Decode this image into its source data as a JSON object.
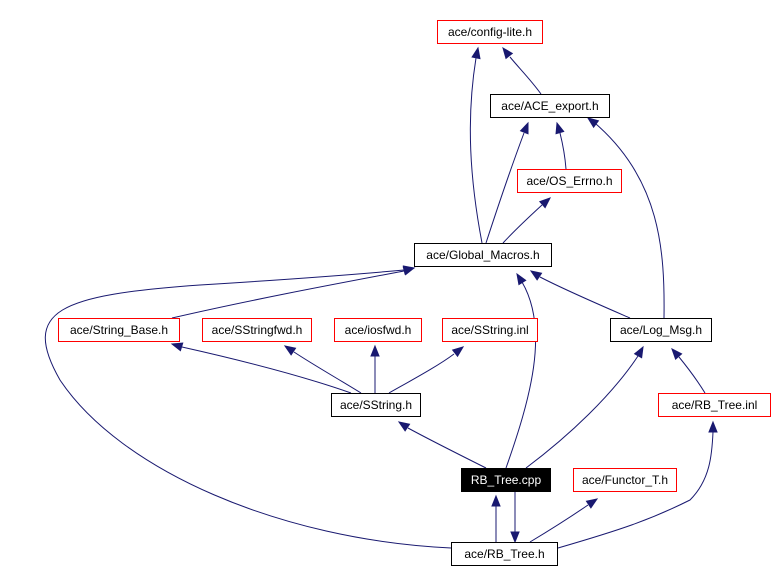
{
  "colors": {
    "edge": "#191970",
    "border_default": "#000000",
    "border_undocumented": "#ff0000",
    "focus_fill": "#000000",
    "focus_text": "#ffffff",
    "node_fill": "#ffffff",
    "node_text": "#000000"
  },
  "nodes": [
    {
      "id": "config-lite",
      "label": "ace/config-lite.h",
      "style": "red"
    },
    {
      "id": "ace-export",
      "label": "ace/ACE_export.h",
      "style": "black"
    },
    {
      "id": "os-errno",
      "label": "ace/OS_Errno.h",
      "style": "red"
    },
    {
      "id": "global-macros",
      "label": "ace/Global_Macros.h",
      "style": "black"
    },
    {
      "id": "string-base",
      "label": "ace/String_Base.h",
      "style": "red"
    },
    {
      "id": "sstringfwd",
      "label": "ace/SStringfwd.h",
      "style": "red"
    },
    {
      "id": "iosfwd",
      "label": "ace/iosfwd.h",
      "style": "red"
    },
    {
      "id": "sstring-inl",
      "label": "ace/SString.inl",
      "style": "red"
    },
    {
      "id": "log-msg",
      "label": "ace/Log_Msg.h",
      "style": "black"
    },
    {
      "id": "sstring",
      "label": "ace/SString.h",
      "style": "black"
    },
    {
      "id": "rb-tree-inl",
      "label": "ace/RB_Tree.inl",
      "style": "red"
    },
    {
      "id": "rb-tree-cpp",
      "label": "RB_Tree.cpp",
      "style": "focus"
    },
    {
      "id": "functor-t",
      "label": "ace/Functor_T.h",
      "style": "red"
    },
    {
      "id": "rb-tree-h",
      "label": "ace/RB_Tree.h",
      "style": "black"
    }
  ],
  "edges": [
    {
      "from": "ace-export",
      "to": "config-lite"
    },
    {
      "from": "global-macros",
      "to": "config-lite"
    },
    {
      "from": "global-macros",
      "to": "ace-export"
    },
    {
      "from": "os-errno",
      "to": "ace-export"
    },
    {
      "from": "log-msg",
      "to": "ace-export"
    },
    {
      "from": "global-macros",
      "to": "os-errno"
    },
    {
      "from": "string-base",
      "to": "global-macros"
    },
    {
      "from": "log-msg",
      "to": "global-macros"
    },
    {
      "from": "rb-tree-cpp",
      "to": "global-macros"
    },
    {
      "from": "rb-tree-h",
      "to": "global-macros"
    },
    {
      "from": "sstring",
      "to": "string-base"
    },
    {
      "from": "sstring",
      "to": "sstringfwd"
    },
    {
      "from": "sstring",
      "to": "iosfwd"
    },
    {
      "from": "sstring",
      "to": "sstring-inl"
    },
    {
      "from": "rb-tree-cpp",
      "to": "sstring"
    },
    {
      "from": "rb-tree-cpp",
      "to": "log-msg"
    },
    {
      "from": "rb-tree-inl",
      "to": "log-msg"
    },
    {
      "from": "rb-tree-h",
      "to": "rb-tree-inl"
    },
    {
      "from": "rb-tree-h",
      "to": "functor-t"
    },
    {
      "from": "rb-tree-cpp",
      "to": "rb-tree-h"
    },
    {
      "from": "rb-tree-h",
      "to": "rb-tree-cpp"
    }
  ]
}
